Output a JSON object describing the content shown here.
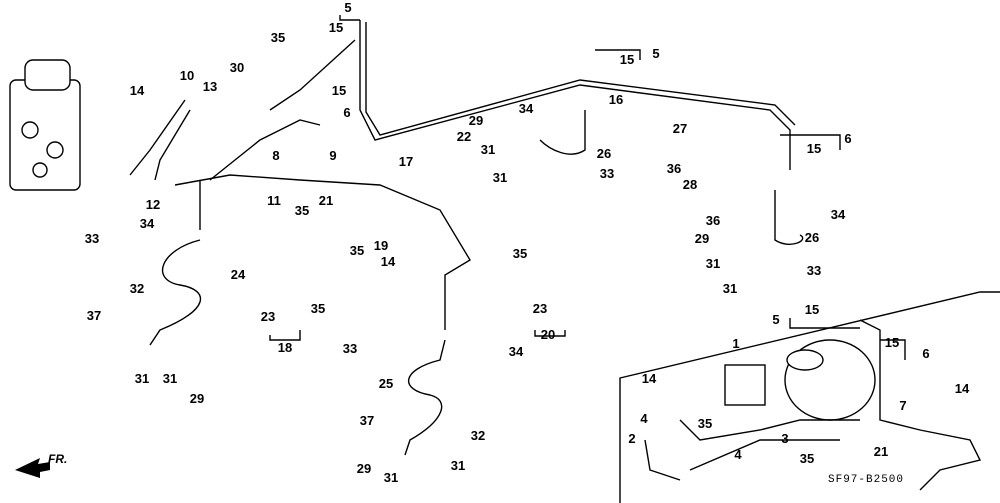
{
  "diagram": {
    "title_code": "SF97-B2500",
    "direction_label": "FR.",
    "callouts": [
      "5",
      "15",
      "15",
      "6",
      "35",
      "30",
      "10",
      "13",
      "14",
      "12",
      "8",
      "9",
      "11",
      "34",
      "33",
      "32",
      "24",
      "37",
      "31",
      "31",
      "29",
      "35",
      "21",
      "35",
      "19",
      "14",
      "23",
      "35",
      "18",
      "22",
      "17",
      "29",
      "31",
      "31",
      "34",
      "33",
      "26",
      "27",
      "36",
      "15",
      "5",
      "16",
      "6",
      "15",
      "28",
      "34",
      "36",
      "29",
      "26",
      "31",
      "33",
      "31",
      "35",
      "23",
      "20",
      "33",
      "34",
      "25",
      "37",
      "32",
      "29",
      "31",
      "31",
      "5",
      "15",
      "15",
      "6",
      "1",
      "14",
      "7",
      "14",
      "4",
      "2",
      "35",
      "3",
      "4",
      "35",
      "21"
    ]
  }
}
